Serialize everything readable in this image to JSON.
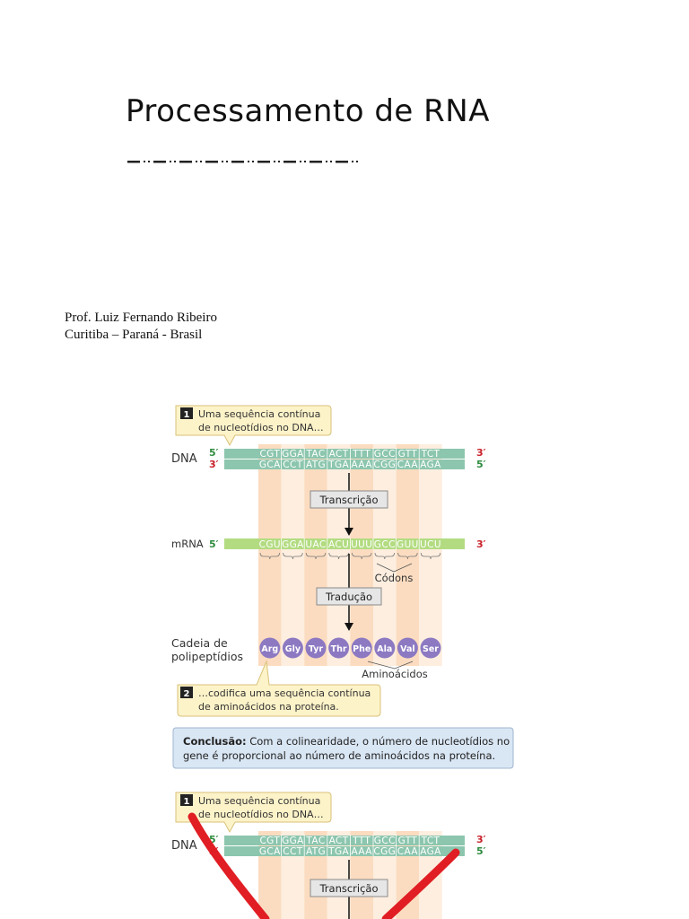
{
  "title": "Processamento de RNA",
  "author": {
    "name": "Prof. Luiz Fernando Ribeiro",
    "location": "Curitiba – Paraná - Brasil"
  },
  "figure": {
    "step1_number": "1",
    "step1_line1": "Uma sequência contínua",
    "step1_line2": "de nucleotídios no DNA…",
    "dna_label": "DNA",
    "five_prime": "5′",
    "three_prime": "3′",
    "dna_top_codons": [
      "CGT",
      "GGA",
      "TAC",
      "ACT",
      "TTT",
      "GCC",
      "GTT",
      "TCT"
    ],
    "dna_bottom_codons": [
      "GCA",
      "CCT",
      "ATG",
      "TGA",
      "AAA",
      "CGG",
      "CAA",
      "AGA"
    ],
    "transcription": "Transcrição",
    "mrna_label": "mRNA",
    "mrna_codons": [
      "CGU",
      "GGA",
      "UAC",
      "ACU",
      "UUU",
      "GCC",
      "GUU",
      "UCU"
    ],
    "codons_label": "Códons",
    "translation": "Tradução",
    "polypeptide_label_line1": "Cadeia de",
    "polypeptide_label_line2": "polipeptídios",
    "amino_acids": [
      "Arg",
      "Gly",
      "Tyr",
      "Thr",
      "Phe",
      "Ala",
      "Val",
      "Ser"
    ],
    "amino_acids_label": "Aminoácidos",
    "step2_number": "2",
    "step2_line1": "…codifica uma sequência contínua",
    "step2_line2": "de aminoácidos na proteína.",
    "conclusion_bold": "Conclusão:",
    "conclusion_line1_rest": " Com a colinearidade, o número de nucleotídios no",
    "conclusion_line2": "gene é proporcional ao número de aminoácidos na proteína."
  },
  "colors": {
    "dna_strand": "#8cc6ae",
    "mrna_strand": "#b3dc82",
    "codon_column": "#fbdcc0",
    "amino_acid": "#8c79c2",
    "callout_bg": "#fdf3c9",
    "conclusion_bg": "#d9e6f4",
    "five_prime": "#2e8b3e",
    "three_prime": "#c8202a",
    "annotation_red": "#e01e24"
  }
}
